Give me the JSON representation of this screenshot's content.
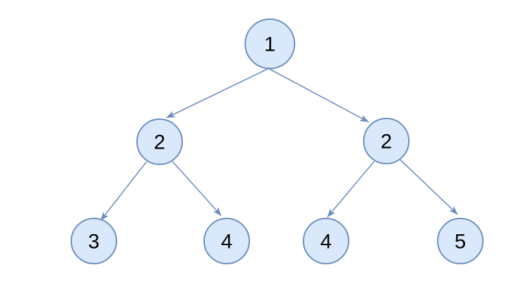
{
  "diagram": {
    "type": "binary-tree",
    "nodes": [
      {
        "id": "root",
        "label": "1",
        "level": 0
      },
      {
        "id": "left2",
        "label": "2",
        "level": 1
      },
      {
        "id": "right2",
        "label": "2",
        "level": 1
      },
      {
        "id": "leaf3",
        "label": "3",
        "level": 2
      },
      {
        "id": "left4",
        "label": "4",
        "level": 2
      },
      {
        "id": "right4",
        "label": "4",
        "level": 2
      },
      {
        "id": "leaf5",
        "label": "5",
        "level": 2
      }
    ],
    "edges": [
      {
        "from": "root",
        "to": "left2"
      },
      {
        "from": "root",
        "to": "right2"
      },
      {
        "from": "left2",
        "to": "leaf3"
      },
      {
        "from": "left2",
        "to": "left4"
      },
      {
        "from": "right2",
        "to": "right4"
      },
      {
        "from": "right2",
        "to": "leaf5"
      }
    ],
    "colors": {
      "node_fill": "#dae8fc",
      "node_stroke": "#6c8ebf",
      "edge": "#6c8ebf",
      "label": "#000000",
      "background": "#ffffff"
    }
  }
}
